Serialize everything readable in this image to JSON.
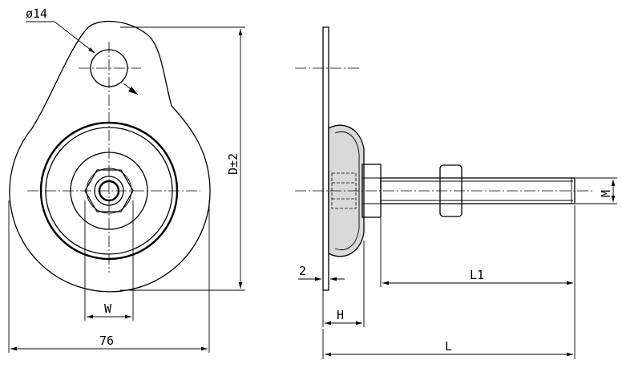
{
  "front_view": {
    "hole_dim": "ø14",
    "height_dim": "D±2",
    "width_dim": "76",
    "nut_dim": "W"
  },
  "side_view": {
    "plate_dim": "2",
    "head_dim": "H",
    "length_dim": "L",
    "thread_len_dim": "L1",
    "thread_dim": "M"
  }
}
